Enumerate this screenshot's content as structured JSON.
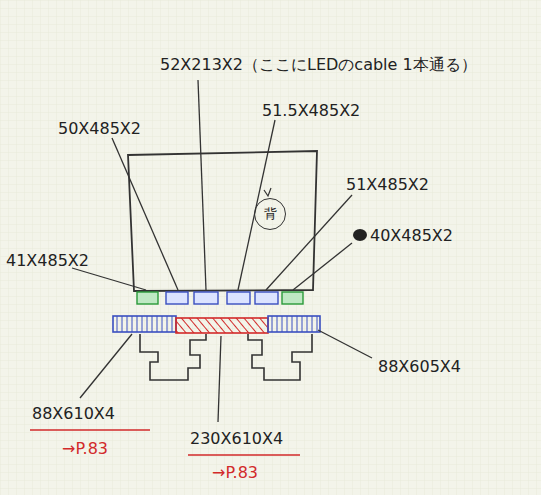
{
  "diagram": {
    "nodes": [
      {
        "text": [
          "背"
        ]
      }
    ],
    "labels": [
      "52X213X2（ここにLEDのcable 1本通る）",
      "50X485X2",
      "51.5X485X2",
      "51X485X2",
      "40X485X2",
      "41X485X2",
      "88X605X4",
      "88X610X4",
      "→P.83",
      "230X610X4",
      "→P.83"
    ]
  }
}
